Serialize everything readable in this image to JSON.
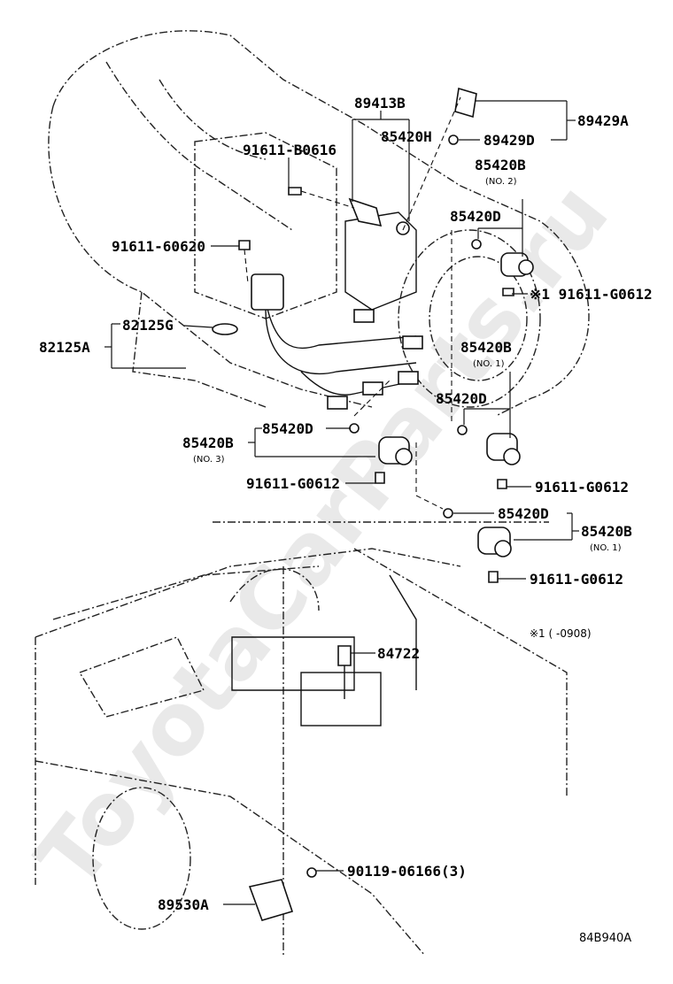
{
  "watermark": "ToyotaCarParts.ru",
  "diagram_code": "84B940A",
  "footnote": "※1 (      -0908)",
  "labels": {
    "p89413B": "89413B",
    "p85420H": "85420H",
    "p91611B0616": "91611-B0616",
    "p91611_60620": "91611-60620",
    "p82125G": "82125G",
    "p82125A": "82125A",
    "p89429A": "89429A",
    "p89429D": "89429D",
    "p85420B_no2": "85420B",
    "p85420B_no2_sub": "(NO. 2)",
    "p85420D_a": "85420D",
    "p91611G0612_a": "※1 91611-G0612",
    "p85420B_no1": "85420B",
    "p85420B_no1_sub": "(NO. 1)",
    "p85420D_b": "85420D",
    "p85420D_c": "85420D",
    "p85420B_no3": "85420B",
    "p85420B_no3_sub": "(NO. 3)",
    "p91611G0612_b": "91611-G0612",
    "p91611G0612_c": "91611-G0612",
    "p85420D_d": "85420D",
    "p85420B_no1b": "85420B",
    "p85420B_no1b_sub": "(NO. 1)",
    "p91611G0612_d": "91611-G0612",
    "p84722": "84722",
    "p90119": "90119-06166(3)",
    "p89530A": "89530A"
  }
}
